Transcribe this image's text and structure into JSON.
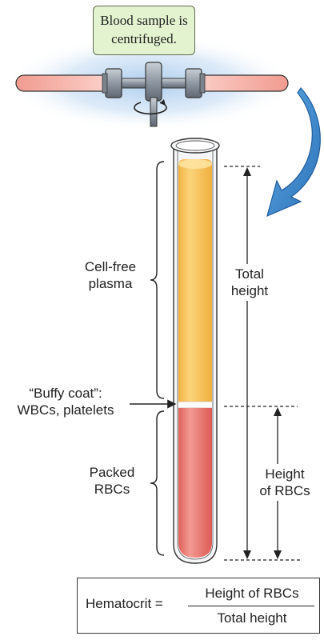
{
  "callout": {
    "text_line1": "Blood sample is",
    "text_line2": "centrifuged."
  },
  "labels": {
    "plasma_line1": "Cell-free",
    "plasma_line2": "plasma",
    "buffy_line1": "“Buffy coat”:",
    "buffy_line2": "WBCs, platelets",
    "rbc_line1": "Packed",
    "rbc_line2": "RBCs",
    "total_line1": "Total",
    "total_line2": "height",
    "rbcheight_line1": "Height",
    "rbcheight_line2": "of RBCs"
  },
  "formula": {
    "lhs": "Hematocrit =",
    "numerator": "Height of RBCs",
    "denominator": "Total height"
  },
  "colors": {
    "plasma": "#f7c25a",
    "rbc": "#ea7f78",
    "buffy": "#ffffff",
    "arrow": "#3e86c8",
    "glow": "#b9d6f0",
    "callout_bg": "#e3f2cf"
  },
  "icons": [
    "curved-arrow-icon",
    "rotation-arrow-icon",
    "centrifuge-icon",
    "test-tube-icon"
  ]
}
